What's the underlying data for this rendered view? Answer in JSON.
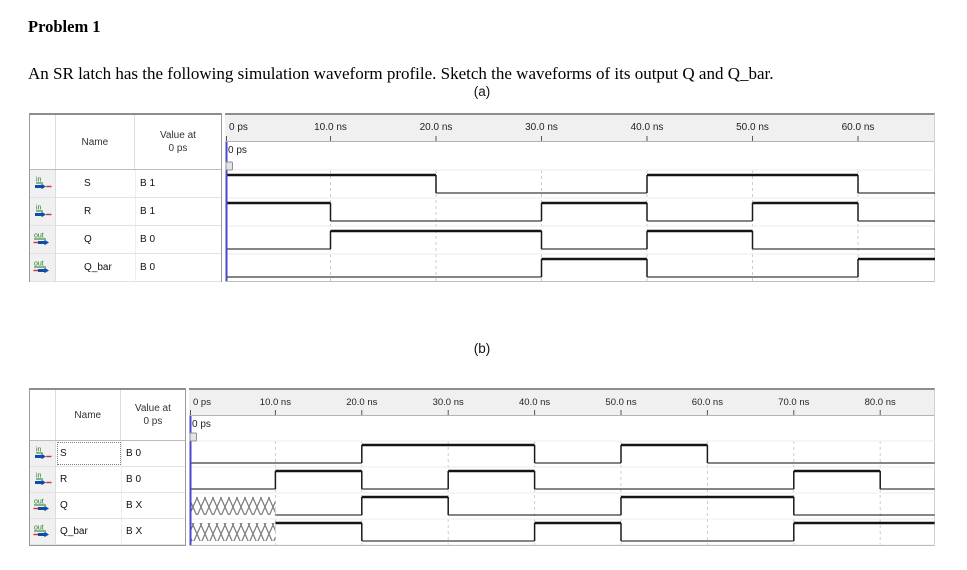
{
  "document": {
    "title": "Problem 1",
    "statement": "An SR latch has the following simulation waveform profile. Sketch the waveforms of its output Q and Q_bar."
  },
  "panels": [
    {
      "label": "(a)",
      "table": {
        "name_header": "Name",
        "value_header": [
          "Value at",
          "0 ps"
        ],
        "rows": [
          {
            "dir": "in",
            "name": "S",
            "value": "B 1",
            "selected": false
          },
          {
            "dir": "in",
            "name": "R",
            "value": "B 1",
            "selected": false
          },
          {
            "dir": "out",
            "name": "Q",
            "value": "B 0",
            "selected": false
          },
          {
            "dir": "out",
            "name": "Q_bar",
            "value": "B 0",
            "selected": false
          }
        ]
      },
      "timeline": {
        "zero_label": "0 ps",
        "cursor_label": "0 ps",
        "ticks": [
          "10.0 ns",
          "20.0 ns",
          "30.0 ns",
          "40.0 ns",
          "50.0 ns",
          "60.0 ns"
        ]
      }
    },
    {
      "label": "(b)",
      "table": {
        "name_header": "Name",
        "value_header": [
          "Value at",
          "0 ps"
        ],
        "rows": [
          {
            "dir": "in",
            "name": "S",
            "value": "B 0",
            "selected": true
          },
          {
            "dir": "in",
            "name": "R",
            "value": "B 0",
            "selected": false
          },
          {
            "dir": "out",
            "name": "Q",
            "value": "B X",
            "selected": false
          },
          {
            "dir": "out",
            "name": "Q_bar",
            "value": "B X",
            "selected": false
          }
        ]
      },
      "timeline": {
        "zero_label": "0 ps",
        "cursor_label": "0 ps",
        "ticks": [
          "10.0 ns",
          "20.0 ns",
          "30.0 ns",
          "40.0 ns",
          "50.0 ns",
          "60.0 ns",
          "70.0 ns",
          "80.0 ns"
        ]
      }
    }
  ],
  "chart_data": [
    {
      "type": "waveform",
      "title": "(a)",
      "time_unit": "ns",
      "xlim": [
        0,
        67.3
      ],
      "tick_step_ns": 10,
      "signals": [
        {
          "name": "S",
          "segments": [
            [
              0,
              20,
              "1"
            ],
            [
              20,
              40,
              "0"
            ],
            [
              40,
              60,
              "1"
            ],
            [
              60,
              67.3,
              "0"
            ]
          ]
        },
        {
          "name": "R",
          "segments": [
            [
              0,
              10,
              "1"
            ],
            [
              10,
              30,
              "0"
            ],
            [
              30,
              40,
              "1"
            ],
            [
              40,
              50,
              "0"
            ],
            [
              50,
              60,
              "1"
            ],
            [
              60,
              67.3,
              "0"
            ]
          ]
        },
        {
          "name": "Q",
          "segments": [
            [
              0,
              10,
              "0"
            ],
            [
              10,
              30,
              "1"
            ],
            [
              30,
              40,
              "0"
            ],
            [
              40,
              50,
              "1"
            ],
            [
              50,
              67.3,
              "0"
            ]
          ]
        },
        {
          "name": "Q_bar",
          "segments": [
            [
              0,
              30,
              "0"
            ],
            [
              30,
              40,
              "1"
            ],
            [
              40,
              60,
              "0"
            ],
            [
              60,
              67.3,
              "1"
            ]
          ]
        }
      ]
    },
    {
      "type": "waveform",
      "title": "(b)",
      "time_unit": "ns",
      "xlim": [
        0,
        86.3
      ],
      "tick_step_ns": 10,
      "signals": [
        {
          "name": "S",
          "segments": [
            [
              0,
              20,
              "0"
            ],
            [
              20,
              40,
              "1"
            ],
            [
              40,
              50,
              "0"
            ],
            [
              50,
              60,
              "1"
            ],
            [
              60,
              86.3,
              "0"
            ]
          ]
        },
        {
          "name": "R",
          "segments": [
            [
              0,
              10,
              "0"
            ],
            [
              10,
              20,
              "1"
            ],
            [
              20,
              30,
              "0"
            ],
            [
              30,
              40,
              "1"
            ],
            [
              40,
              70,
              "0"
            ],
            [
              70,
              80,
              "1"
            ],
            [
              80,
              86.3,
              "0"
            ]
          ]
        },
        {
          "name": "Q",
          "segments": [
            [
              0,
              10,
              "x"
            ],
            [
              10,
              20,
              "0"
            ],
            [
              20,
              30,
              "1"
            ],
            [
              30,
              50,
              "0"
            ],
            [
              50,
              70,
              "1"
            ],
            [
              70,
              86.3,
              "0"
            ]
          ]
        },
        {
          "name": "Q_bar",
          "segments": [
            [
              0,
              10,
              "x"
            ],
            [
              10,
              20,
              "1"
            ],
            [
              20,
              40,
              "0"
            ],
            [
              40,
              50,
              "1"
            ],
            [
              50,
              70,
              "0"
            ],
            [
              70,
              86.3,
              "1"
            ]
          ]
        }
      ]
    }
  ],
  "colors": {
    "port_green": "#1f7a1f",
    "port_blue": "#0f4ea8",
    "port_red": "#cc3333",
    "cursor_blue": "#4a4ac8",
    "header_bg": "#f0f0f0",
    "hatch_gray": "#7a7a7a",
    "grid_gray": "#cdcdcd",
    "wave_black": "#141414"
  }
}
